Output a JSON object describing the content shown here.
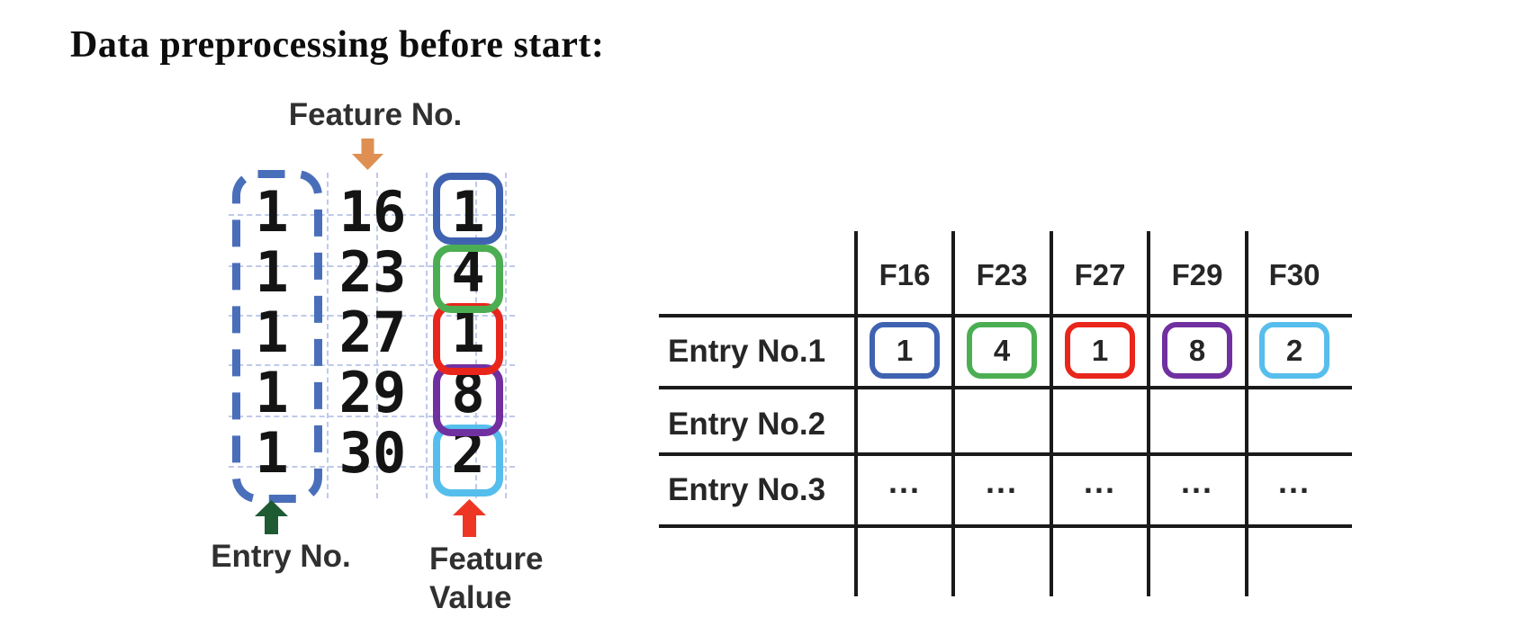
{
  "title": "Data preprocessing before start:",
  "left_diagram": {
    "feature_no_label": "Feature No.",
    "entry_no_label": "Entry No.",
    "feature_value_label_line1": "Feature",
    "feature_value_label_line2": "Value",
    "rows": [
      {
        "entry": "1",
        "feature": "16",
        "value": "1"
      },
      {
        "entry": "1",
        "feature": "23",
        "value": "4"
      },
      {
        "entry": "1",
        "feature": "27",
        "value": "1"
      },
      {
        "entry": "1",
        "feature": "29",
        "value": "8"
      },
      {
        "entry": "1",
        "feature": "30",
        "value": "2"
      }
    ]
  },
  "table": {
    "columns": [
      "F16",
      "F23",
      "F27",
      "F29",
      "F30"
    ],
    "rows": [
      {
        "label": "Entry No.1",
        "cells": [
          "1",
          "4",
          "1",
          "8",
          "2"
        ]
      },
      {
        "label": "Entry No.2",
        "cells": [
          "",
          "",
          "",
          "",
          ""
        ]
      },
      {
        "label": "Entry No.3",
        "cells": [
          "...",
          "...",
          "...",
          "...",
          "..."
        ]
      }
    ]
  },
  "colors": {
    "highlight_blue": "#3f63b1",
    "highlight_green": "#4cae52",
    "highlight_red": "#e8261b",
    "highlight_purple": "#7030a0",
    "highlight_cyan": "#56beec",
    "entry_dash_blue": "#4a6fba",
    "gridline_blue": "#bfc9ea",
    "orange_arrow": "#de8f51",
    "green_arrow": "#1e5b33",
    "red_arrow": "#ee3625",
    "table_line_black": "#1a1a1a"
  }
}
